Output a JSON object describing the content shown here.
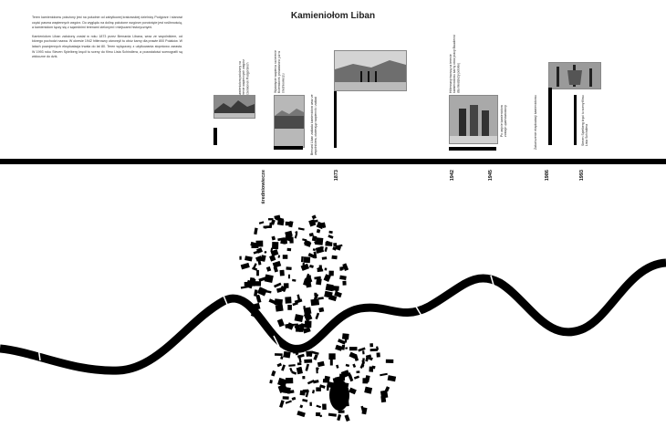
{
  "title": "Kamieniołom Liban",
  "intro_paragraphs": [
    "Teren kamieniołomu położony jest na południe od zabytkowej krakowskiej dzielnicy Podgórze i stanowi część pasma wapiennych wzgórz. Do wyglądu na dolinę położone wzgórze porośnięte jest roślinnością, a kamieniołom łączy się z sąsiednimi terenami zielonymi i miejscami historycznymi.",
    "Kamieniołom Liban założony został w roku 1873 przez Bernarda Libana, wraz ze wspólnikiem, od którego pochodzi nazwa. W okresie 1942 hitlerowcy utworzyli tu obóz karny dla prawie 800 Polaków. W latach powojennych eksploatacja trwała do lat 80. Teren wyłączony z użytkowania stopniowo zarasta. W 1993 roku Steven Spielberg kręcił tu sceny do filmu Lista Schindlera, a pozostałości scenografii są widoczne do dziś."
  ],
  "events": [
    {
      "year": "",
      "text": "Kamieniołom położony na terenie wapiennych wzgórz Krzemionek Podgórskich"
    },
    {
      "year": "średnio­wiecze",
      "text": "Wydobycie wapienia na terenie Krzemionek prowadzono już w średniowieczu"
    },
    {
      "year": "1873",
      "text": "Bernard Liban zakłada kamieniołom wraz ze wspólnikiem, otwierając wapiennik i zakład"
    },
    {
      "year": "1942",
      "text": "Hitlerowcy tworzą na terenie kamieniołomu karny obóz pracy Baudienst dla młodzieży polskiej"
    },
    {
      "year": "1945",
      "text": "Po wojnie kamieniołom zostaje upaństwowiony"
    },
    {
      "year": "1986",
      "text": "Zakończenie eksploatacji kamieniołomu"
    },
    {
      "year": "1993",
      "text": "Steven Spielberg kręci tu sceny filmu Lista Schindlera"
    }
  ],
  "colors": {
    "ink": "#000000",
    "paper": "#ffffff"
  }
}
